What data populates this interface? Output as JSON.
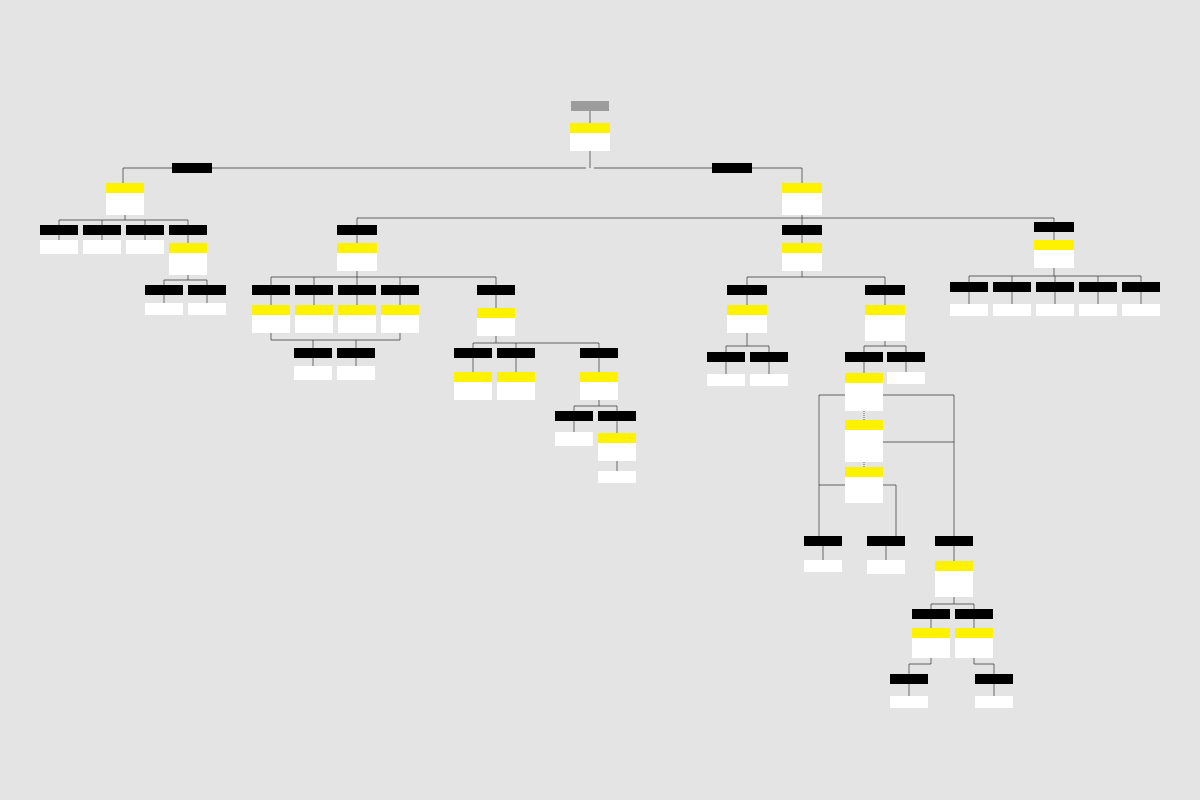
{
  "nodes": [
    {
      "id": "root",
      "kind": "header-grey",
      "label": ""
    },
    {
      "id": "start",
      "kind": "card",
      "title": "",
      "text": ""
    },
    {
      "id": "branch-left",
      "kind": "header",
      "label": ""
    },
    {
      "id": "branch-right",
      "kind": "header",
      "label": ""
    },
    {
      "id": "left-main",
      "kind": "card",
      "title": "",
      "text": ""
    },
    {
      "id": "l-h1",
      "kind": "header",
      "label": ""
    },
    {
      "id": "l-n1",
      "kind": "note",
      "text": ""
    },
    {
      "id": "l-h2",
      "kind": "header",
      "label": ""
    },
    {
      "id": "l-n2",
      "kind": "note",
      "text": ""
    },
    {
      "id": "l-h3",
      "kind": "header",
      "label": ""
    },
    {
      "id": "l-n3",
      "kind": "note",
      "text": ""
    },
    {
      "id": "l-h4",
      "kind": "header",
      "label": ""
    },
    {
      "id": "l-c4",
      "kind": "card",
      "title": "",
      "text": ""
    },
    {
      "id": "l-h4a",
      "kind": "header",
      "label": ""
    },
    {
      "id": "l-n4a",
      "kind": "note",
      "text": ""
    },
    {
      "id": "l-h4b",
      "kind": "header",
      "label": ""
    },
    {
      "id": "l-n4b",
      "kind": "note",
      "text": ""
    },
    {
      "id": "right-main",
      "kind": "card",
      "title": "",
      "text": ""
    },
    {
      "id": "m-h",
      "kind": "header",
      "label": ""
    },
    {
      "id": "m-c",
      "kind": "card",
      "title": "",
      "text": ""
    },
    {
      "id": "m-h1",
      "kind": "header",
      "label": ""
    },
    {
      "id": "m-c1",
      "kind": "card",
      "title": "",
      "text": ""
    },
    {
      "id": "m-h2",
      "kind": "header",
      "label": ""
    },
    {
      "id": "m-c2",
      "kind": "card",
      "title": "",
      "text": ""
    },
    {
      "id": "m-h3",
      "kind": "header",
      "label": ""
    },
    {
      "id": "m-c3",
      "kind": "card",
      "title": "",
      "text": ""
    },
    {
      "id": "m-h4",
      "kind": "header",
      "label": ""
    },
    {
      "id": "m-c4",
      "kind": "card",
      "title": "",
      "text": ""
    },
    {
      "id": "m-h5",
      "kind": "header",
      "label": ""
    },
    {
      "id": "m-n5",
      "kind": "note",
      "text": ""
    },
    {
      "id": "m-h6",
      "kind": "header",
      "label": ""
    },
    {
      "id": "m-n6",
      "kind": "note",
      "text": ""
    },
    {
      "id": "m-h7",
      "kind": "header",
      "label": ""
    },
    {
      "id": "m-c7",
      "kind": "card",
      "title": "",
      "text": ""
    },
    {
      "id": "m-h7a",
      "kind": "header",
      "label": ""
    },
    {
      "id": "m-c7a",
      "kind": "card",
      "title": "",
      "text": ""
    },
    {
      "id": "m-h7b",
      "kind": "header",
      "label": ""
    },
    {
      "id": "m-c7b",
      "kind": "card",
      "title": "",
      "text": ""
    },
    {
      "id": "m-h7c",
      "kind": "header",
      "label": ""
    },
    {
      "id": "m-c7c",
      "kind": "card",
      "title": "",
      "text": ""
    },
    {
      "id": "m-h7c1",
      "kind": "header",
      "label": ""
    },
    {
      "id": "m-n7c1",
      "kind": "note",
      "text": ""
    },
    {
      "id": "m-h7c2",
      "kind": "header",
      "label": ""
    },
    {
      "id": "m-c7c2",
      "kind": "card",
      "title": "",
      "text": ""
    },
    {
      "id": "m-n7c2b",
      "kind": "note",
      "text": ""
    },
    {
      "id": "c-h",
      "kind": "header",
      "label": ""
    },
    {
      "id": "c-c",
      "kind": "card",
      "title": "",
      "text": ""
    },
    {
      "id": "c-h1",
      "kind": "header",
      "label": ""
    },
    {
      "id": "c-c1",
      "kind": "card",
      "title": "",
      "text": ""
    },
    {
      "id": "c-h1a",
      "kind": "header",
      "label": ""
    },
    {
      "id": "c-n1a",
      "kind": "note",
      "text": ""
    },
    {
      "id": "c-h1b",
      "kind": "header",
      "label": ""
    },
    {
      "id": "c-n1b",
      "kind": "note",
      "text": ""
    },
    {
      "id": "c-h2",
      "kind": "header",
      "label": ""
    },
    {
      "id": "c-c2",
      "kind": "card",
      "title": "",
      "text": ""
    },
    {
      "id": "c-h2a",
      "kind": "header",
      "label": ""
    },
    {
      "id": "c-h2b",
      "kind": "header",
      "label": ""
    },
    {
      "id": "c-n2b",
      "kind": "note",
      "text": ""
    },
    {
      "id": "s-c1",
      "kind": "card",
      "title": "",
      "text": ""
    },
    {
      "id": "s-c2",
      "kind": "card",
      "title": "",
      "text": ""
    },
    {
      "id": "s-c3",
      "kind": "card",
      "title": "",
      "text": ""
    },
    {
      "id": "s-h1",
      "kind": "header",
      "label": ""
    },
    {
      "id": "s-n1",
      "kind": "note",
      "text": ""
    },
    {
      "id": "s-h2",
      "kind": "header",
      "label": ""
    },
    {
      "id": "s-n2",
      "kind": "note",
      "text": ""
    },
    {
      "id": "s-h3",
      "kind": "header",
      "label": ""
    },
    {
      "id": "s-c4",
      "kind": "card",
      "title": "",
      "text": ""
    },
    {
      "id": "s-h4",
      "kind": "header",
      "label": ""
    },
    {
      "id": "s-c4a",
      "kind": "card",
      "title": "",
      "text": ""
    },
    {
      "id": "s-h5",
      "kind": "header",
      "label": ""
    },
    {
      "id": "s-c4b",
      "kind": "card",
      "title": "",
      "text": ""
    },
    {
      "id": "s-h6",
      "kind": "header",
      "label": ""
    },
    {
      "id": "s-n6",
      "kind": "note",
      "text": ""
    },
    {
      "id": "s-h7",
      "kind": "header",
      "label": ""
    },
    {
      "id": "s-n7",
      "kind": "note",
      "text": ""
    },
    {
      "id": "r-h",
      "kind": "header",
      "label": ""
    },
    {
      "id": "r-c",
      "kind": "card",
      "title": "",
      "text": ""
    },
    {
      "id": "r-h1",
      "kind": "header",
      "label": ""
    },
    {
      "id": "r-n1",
      "kind": "note",
      "text": ""
    },
    {
      "id": "r-h2",
      "kind": "header",
      "label": ""
    },
    {
      "id": "r-n2",
      "kind": "note",
      "text": ""
    },
    {
      "id": "r-h3",
      "kind": "header",
      "label": ""
    },
    {
      "id": "r-n3",
      "kind": "note",
      "text": ""
    },
    {
      "id": "r-h4",
      "kind": "header",
      "label": ""
    },
    {
      "id": "r-n4",
      "kind": "note",
      "text": ""
    },
    {
      "id": "r-h5",
      "kind": "header",
      "label": ""
    },
    {
      "id": "r-n5",
      "kind": "note",
      "text": ""
    }
  ]
}
